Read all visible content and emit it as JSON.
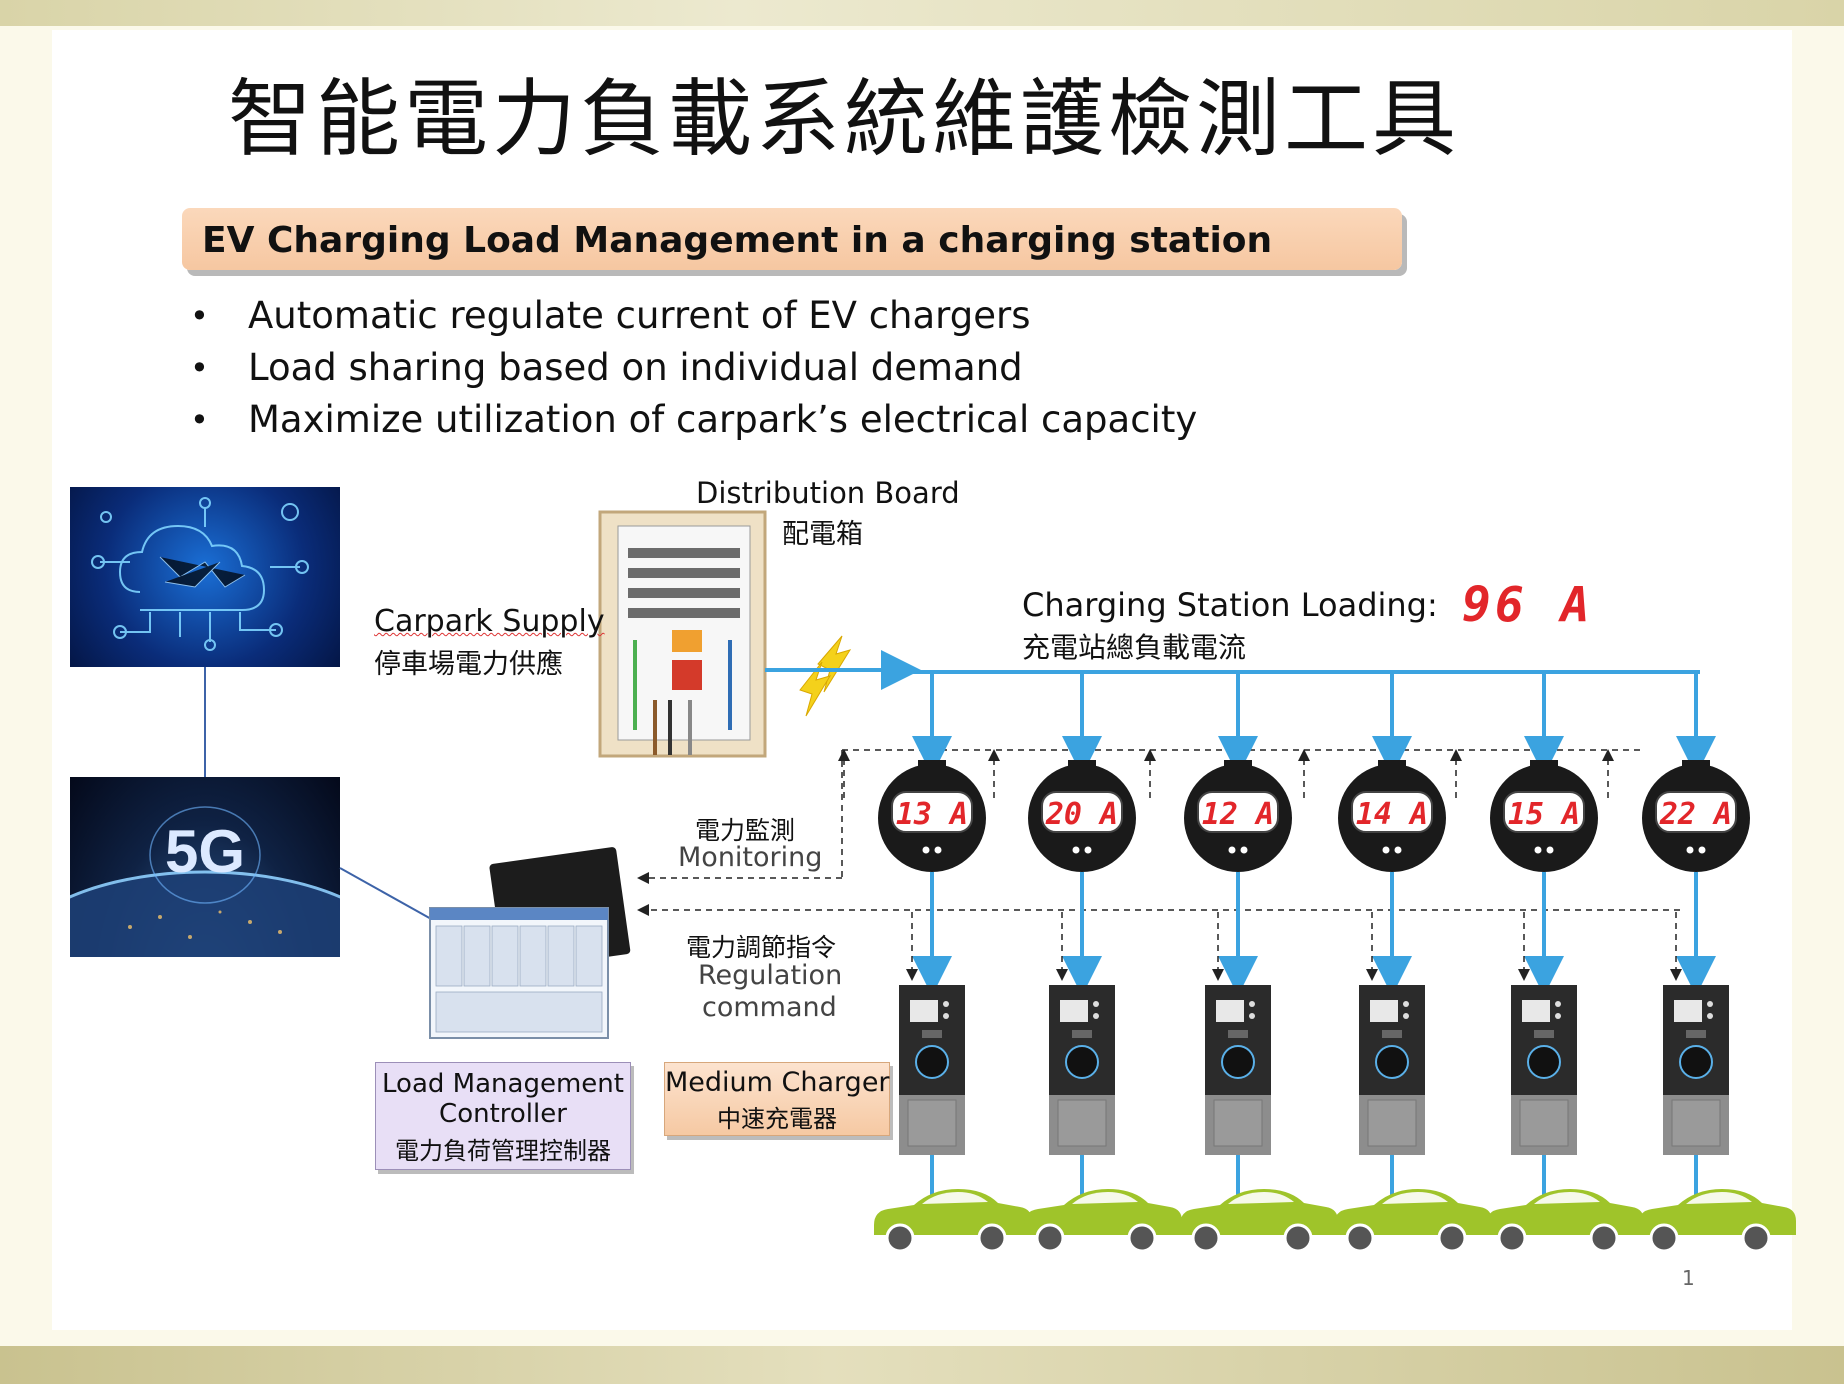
{
  "slide": {
    "title": "智能電力負載系統維護檢測工具",
    "subtitle": "EV Charging Load Management in a charging station",
    "bullets": [
      "Automatic regulate current of EV chargers",
      "Load sharing based on individual demand",
      "Maximize utilization of carpark’s electrical capacity"
    ],
    "page_number": "1"
  },
  "diagram": {
    "distribution_board": {
      "label_en": "Distribution Board",
      "label_zh": "配電箱"
    },
    "carpark_supply": {
      "label_en": "Carpark Supply",
      "label_zh": "停車場電力供應"
    },
    "station_loading": {
      "label_en": "Charging Station Loading:",
      "label_zh": "充電站總負載電流",
      "value": "96 A"
    },
    "monitoring": {
      "label_zh": "電力監測",
      "label_en": "Monitoring"
    },
    "regulation": {
      "label_zh": "電力調節指令",
      "label_en_1": "Regulation",
      "label_en_2": "command"
    },
    "controller": {
      "line1": "Load Management",
      "line2": "Controller",
      "line3": "電力負荷管理控制器"
    },
    "charger_type": {
      "label_en": "Medium Charger",
      "label_zh": "中速充電器"
    },
    "fiveg_label": "5G",
    "meters": [
      "13 A",
      "20 A",
      "12 A",
      "14 A",
      "15 A",
      "22 A"
    ],
    "colors": {
      "feed_line": "#3ba3e0",
      "current_red": "#e2262a",
      "car_green": "#9fc42a",
      "lightning": "#f4d11b"
    }
  }
}
